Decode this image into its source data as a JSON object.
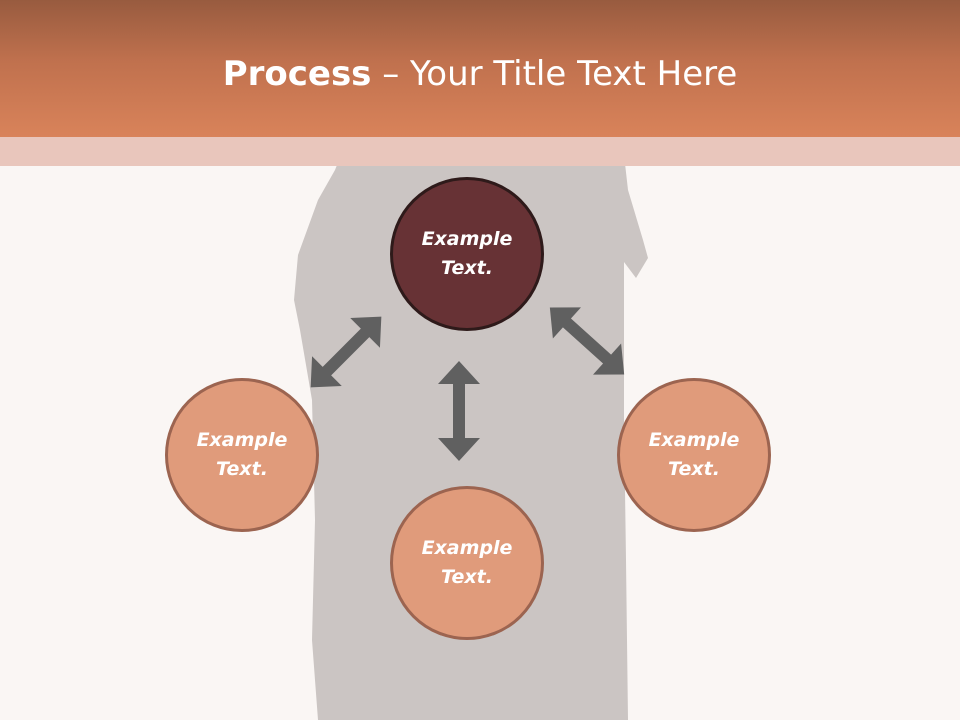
{
  "title": {
    "bold": "Process",
    "rest": " – Your Title Text Here"
  },
  "nodes": {
    "top": {
      "label": "Example Text."
    },
    "left": {
      "label": "Example Text."
    },
    "right": {
      "label": "Example Text."
    },
    "bottom": {
      "label": "Example Text."
    }
  },
  "colors": {
    "header": "#d9835a",
    "stripe": "#e9c6bc",
    "background": "#faf6f4",
    "silhouette": "#cbc5c3",
    "dark_node": "#673235",
    "light_node": "#e09b7b",
    "arrow": "#606060"
  },
  "icons": {
    "arrows": "double-headed-arrow-icon",
    "background_figure": "person-silhouette"
  }
}
